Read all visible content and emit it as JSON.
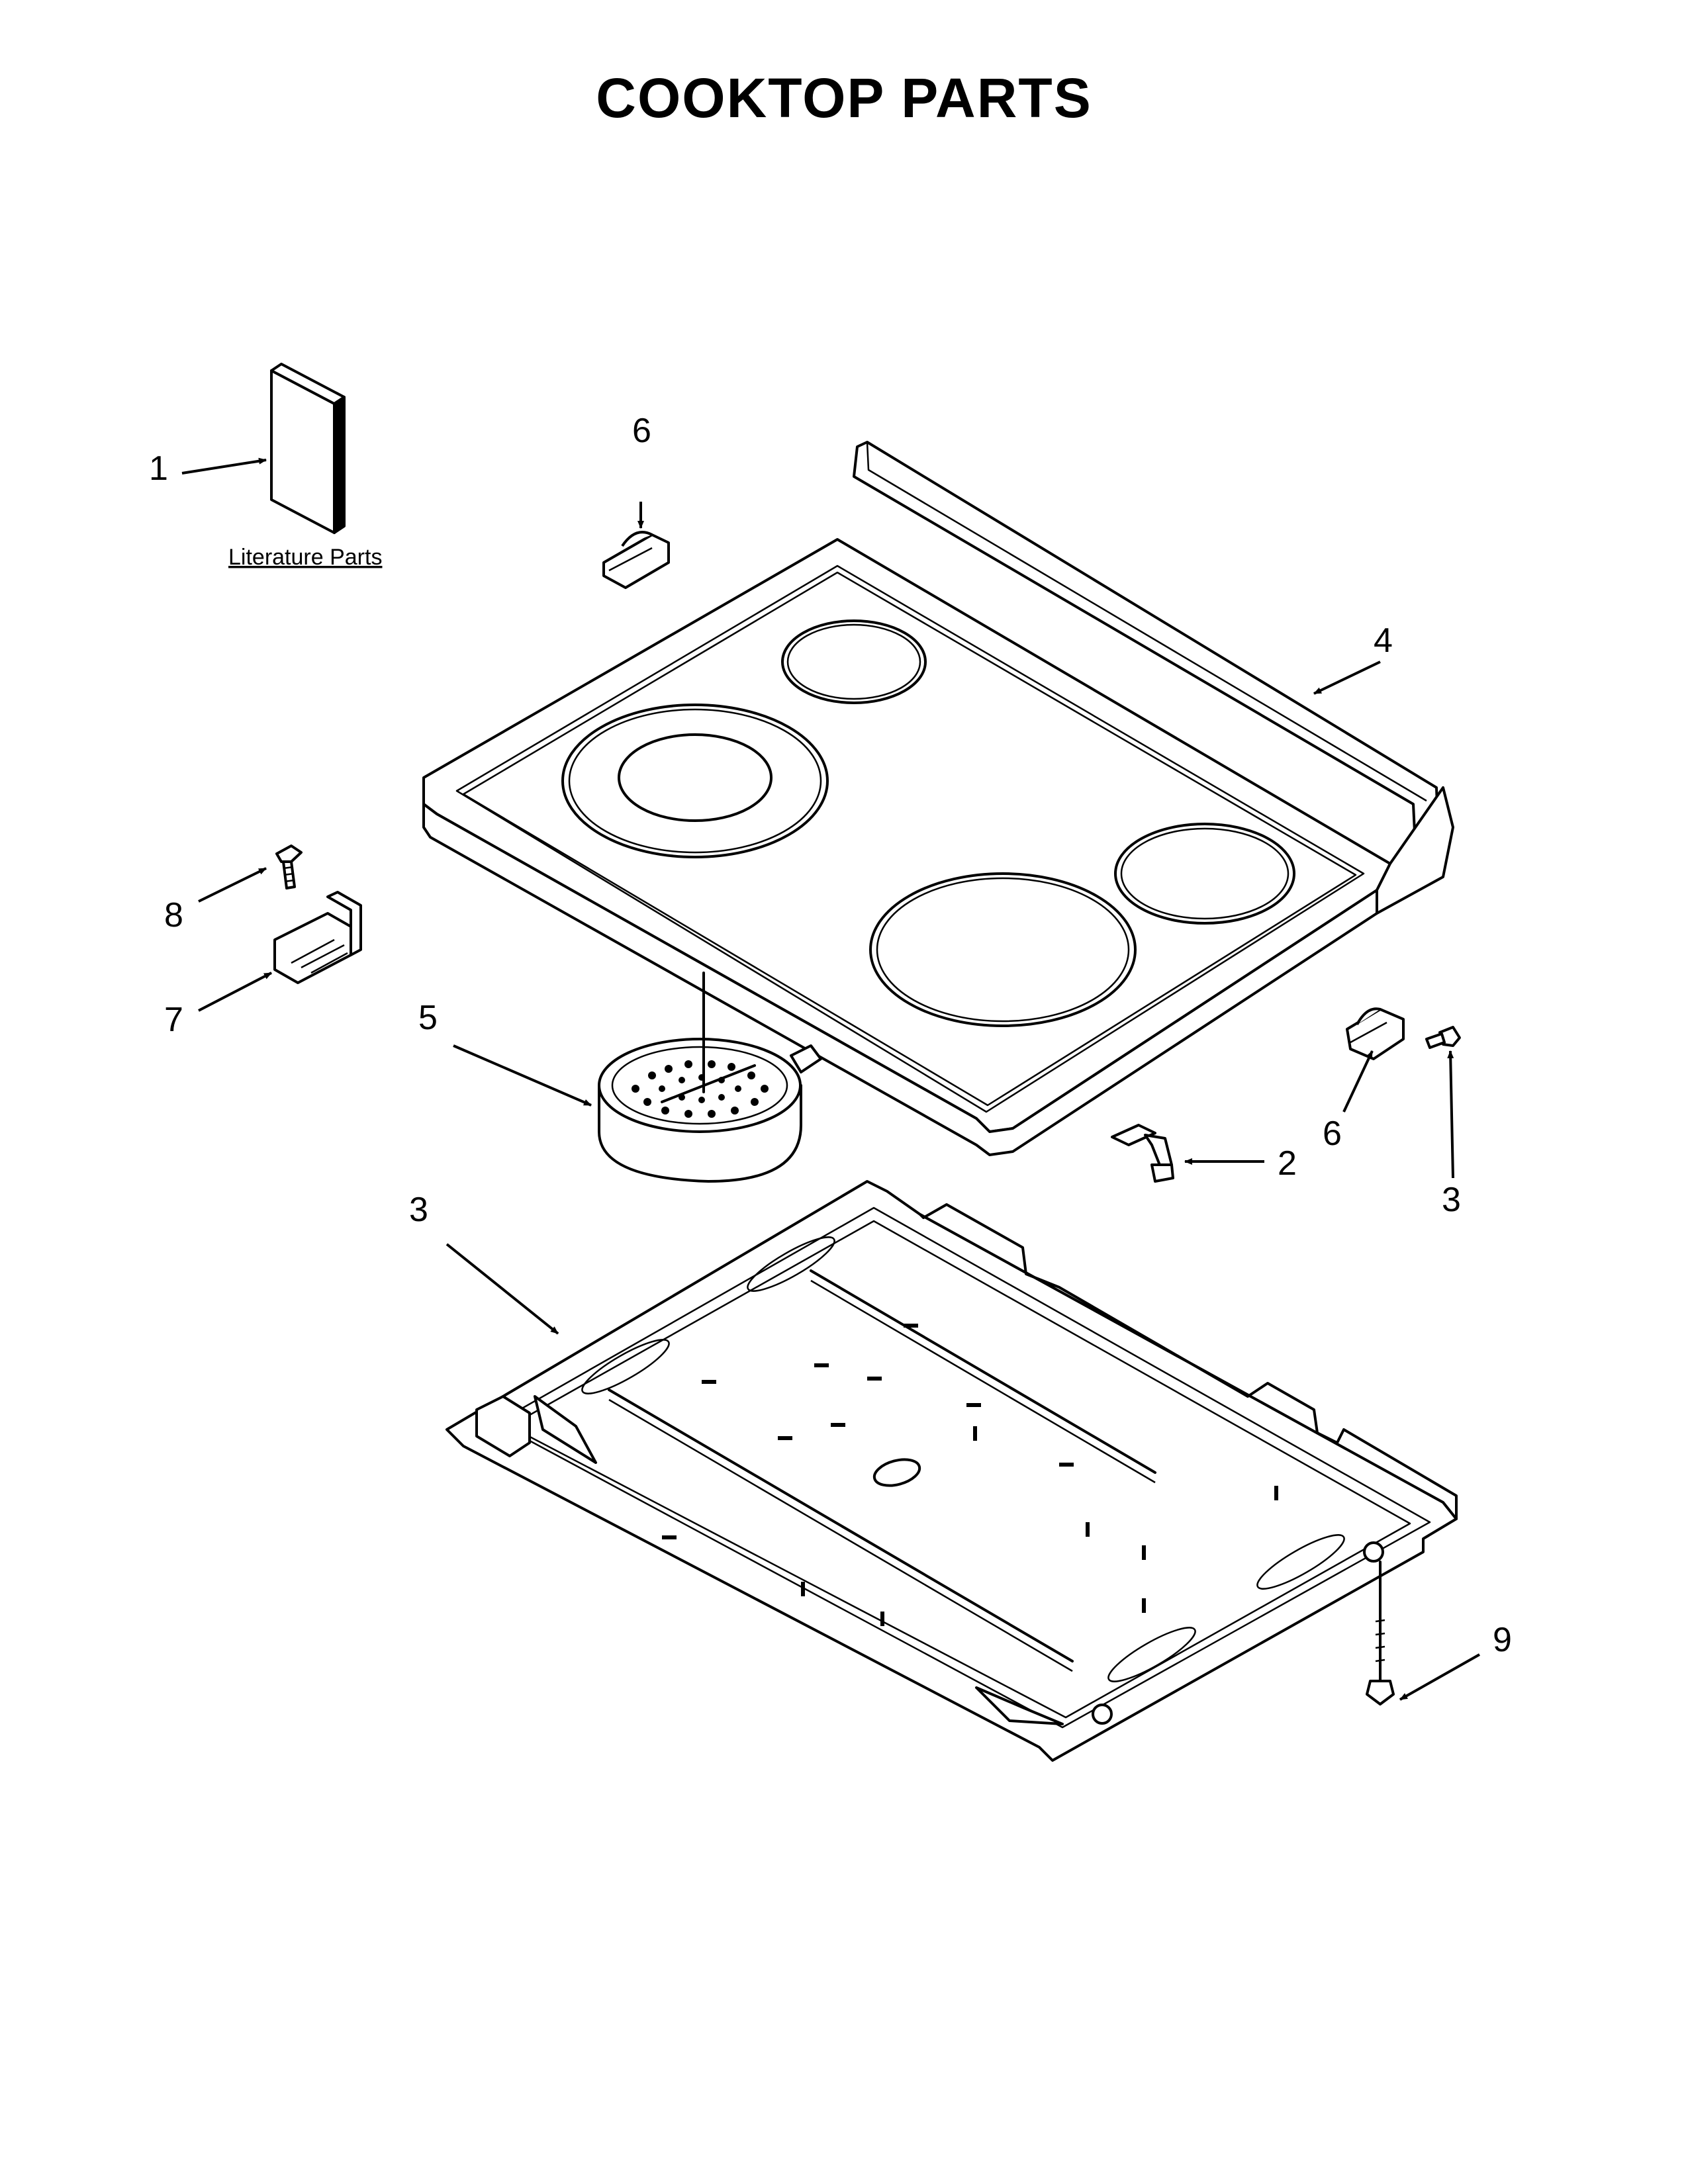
{
  "title": "COOKTOP PARTS",
  "literature_link": "Literature Parts",
  "callouts": [
    {
      "id": "c1",
      "label": "1"
    },
    {
      "id": "c6a",
      "label": "6"
    },
    {
      "id": "c4",
      "label": "4"
    },
    {
      "id": "c8",
      "label": "8"
    },
    {
      "id": "c7",
      "label": "7"
    },
    {
      "id": "c5",
      "label": "5"
    },
    {
      "id": "c6b",
      "label": "6"
    },
    {
      "id": "c3a",
      "label": "3"
    },
    {
      "id": "c2",
      "label": "2"
    },
    {
      "id": "c3b",
      "label": "3"
    },
    {
      "id": "c9",
      "label": "9"
    }
  ]
}
